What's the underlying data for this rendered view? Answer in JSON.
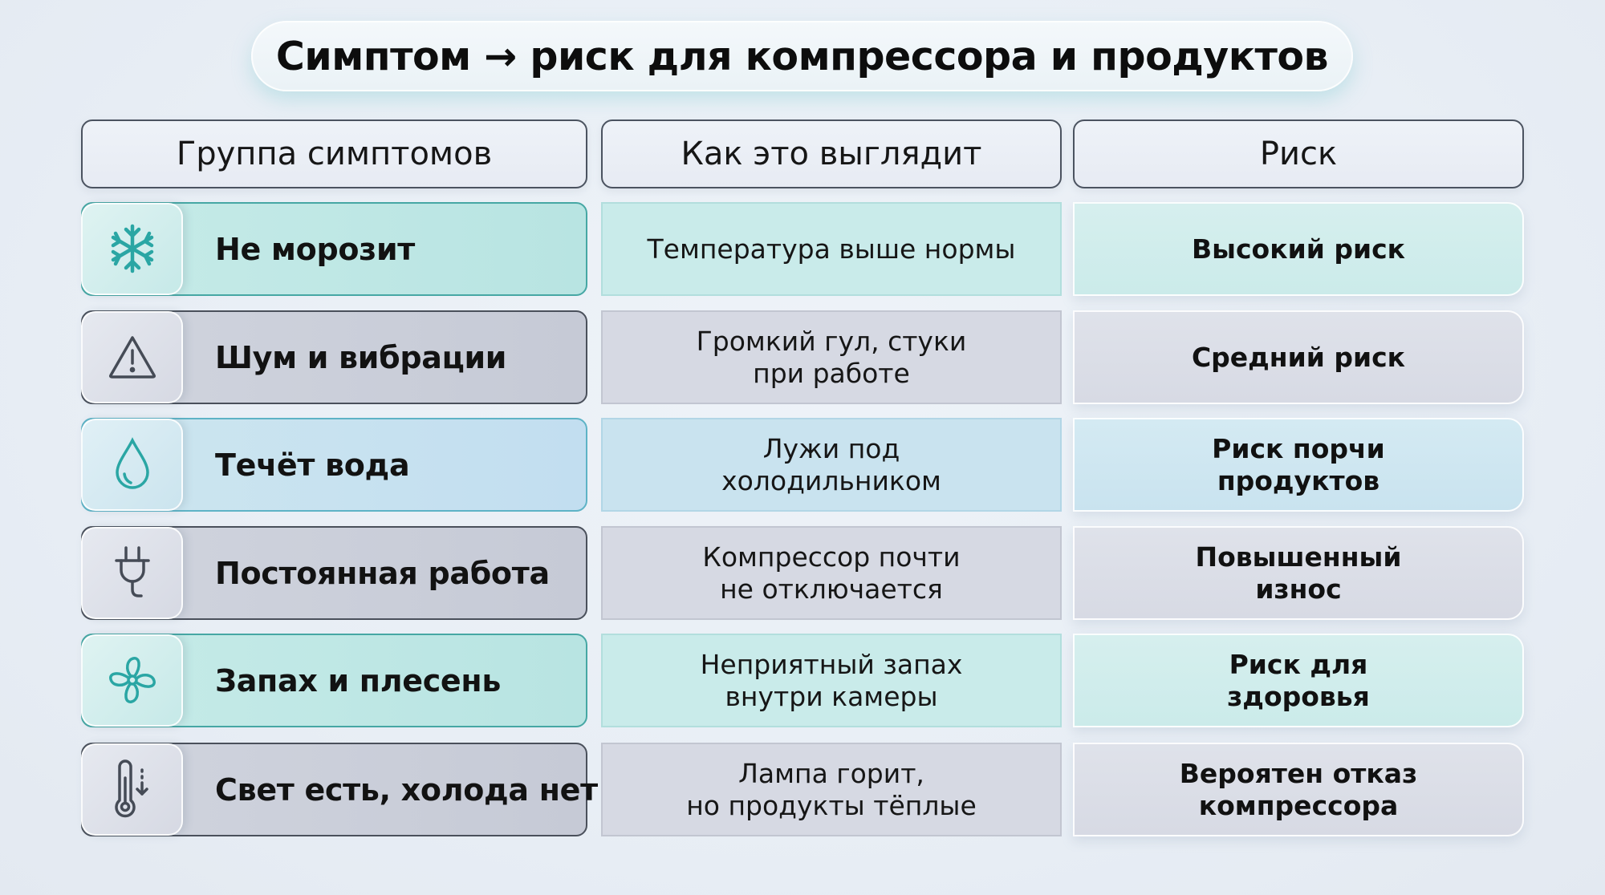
{
  "title": "Симптом → риск для компрессора и продуктов",
  "headers": {
    "col1": "Группа симптомов",
    "col2": "Как это выглядит",
    "col3": "Риск"
  },
  "colors": {
    "teal_accent": "#2aa6a4",
    "gray_icon": "#454b56",
    "teal_row_bg": "#bfe6e4",
    "gray_row_bg": "#c8ccd8",
    "blue_row_bg": "#c4e0ee"
  },
  "rows": [
    {
      "theme": "teal",
      "icon": "snowflake-icon",
      "symptom": "Не морозит",
      "description": "Температура выше нормы",
      "risk": "Высокий риск"
    },
    {
      "theme": "gray",
      "icon": "warning-triangle-icon",
      "symptom": "Шум и вибрации",
      "description": "Громкий гул, стуки\nпри работе",
      "risk": "Средний риск"
    },
    {
      "theme": "blue",
      "icon": "water-drop-icon",
      "symptom": "Течёт вода",
      "description": "Лужи под\nхолодильником",
      "risk": "Риск порчи\nпродуктов"
    },
    {
      "theme": "gray",
      "icon": "power-plug-icon",
      "symptom": "Постоянная работа",
      "description": "Компрессор почти\nне отключается",
      "risk": "Повышенный\nизнос"
    },
    {
      "theme": "teal",
      "icon": "fan-icon",
      "symptom": "Запах и плесень",
      "description": "Неприятный запах\nвнутри камеры",
      "risk": "Риск для\nздоровья"
    },
    {
      "theme": "gray",
      "icon": "thermometer-down-icon",
      "symptom": "Свет есть, холода нет",
      "description": "Лампа горит,\nно продукты тёплые",
      "risk": "Вероятен отказ\nкомпрессора"
    }
  ]
}
